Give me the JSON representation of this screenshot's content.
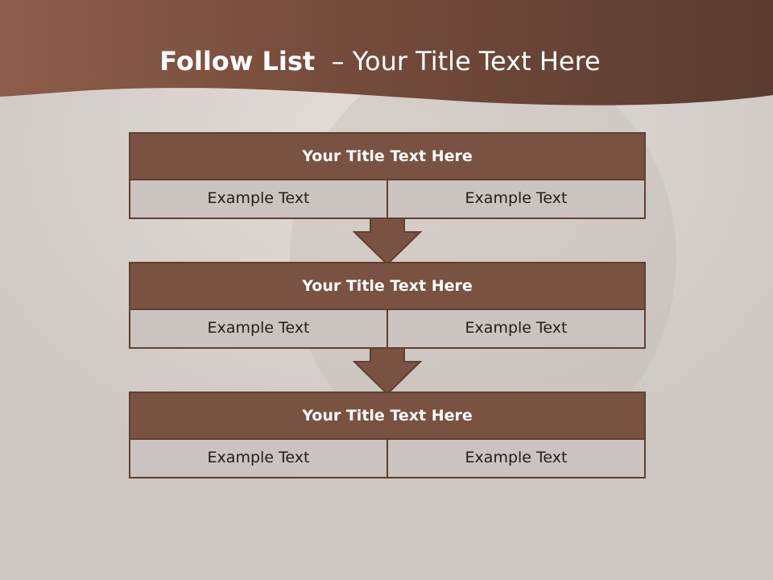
{
  "slide": {
    "title_bold": "Follow List",
    "title_rest": "  – Your Title Text Here"
  },
  "steps": [
    {
      "title": "Your Title Text Here",
      "left": "Example Text",
      "right": "Example Text"
    },
    {
      "title": "Your Title Text Here",
      "left": "Example Text",
      "right": "Example Text"
    },
    {
      "title": "Your Title Text Here",
      "left": "Example Text",
      "right": "Example Text"
    }
  ],
  "colors": {
    "header_band": "#7a5141",
    "step_title_bg": "#795241",
    "cell_bg": "#cbc3bf",
    "border": "#5f4030",
    "arrow": "#7a5242"
  }
}
